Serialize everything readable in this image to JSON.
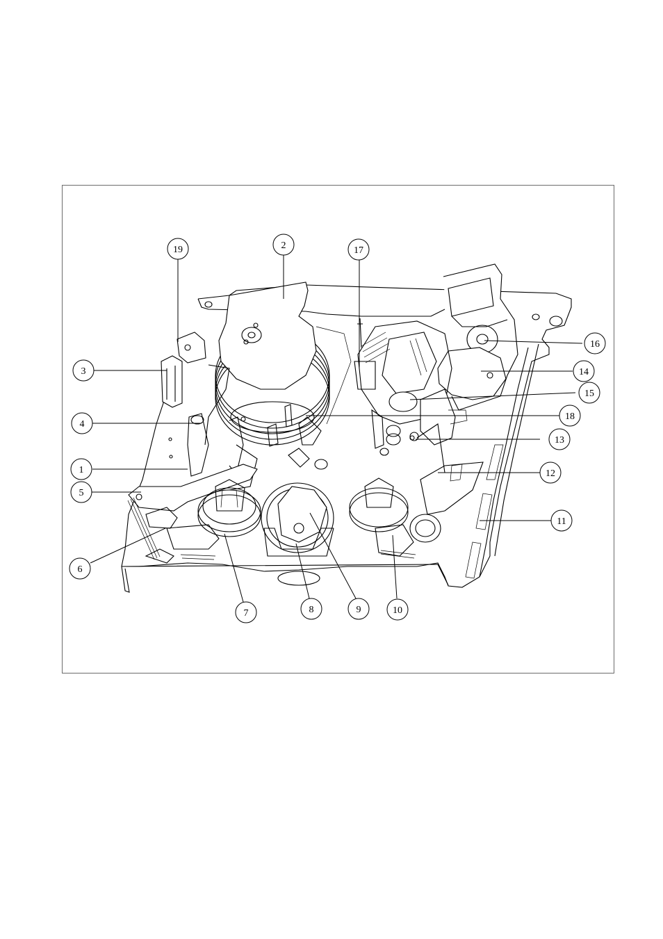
{
  "figure": {
    "callouts": [
      {
        "id": "1",
        "label": "1"
      },
      {
        "id": "2",
        "label": "2"
      },
      {
        "id": "3",
        "label": "3"
      },
      {
        "id": "4",
        "label": "4"
      },
      {
        "id": "5",
        "label": "5"
      },
      {
        "id": "6",
        "label": "6"
      },
      {
        "id": "7",
        "label": "7"
      },
      {
        "id": "8",
        "label": "8"
      },
      {
        "id": "9",
        "label": "9"
      },
      {
        "id": "10",
        "label": "10"
      },
      {
        "id": "11",
        "label": "11"
      },
      {
        "id": "12",
        "label": "12"
      },
      {
        "id": "13",
        "label": "13"
      },
      {
        "id": "14",
        "label": "14"
      },
      {
        "id": "15",
        "label": "15"
      },
      {
        "id": "16",
        "label": "16"
      },
      {
        "id": "17",
        "label": "17"
      },
      {
        "id": "18",
        "label": "18"
      },
      {
        "id": "19",
        "label": "19"
      }
    ]
  }
}
